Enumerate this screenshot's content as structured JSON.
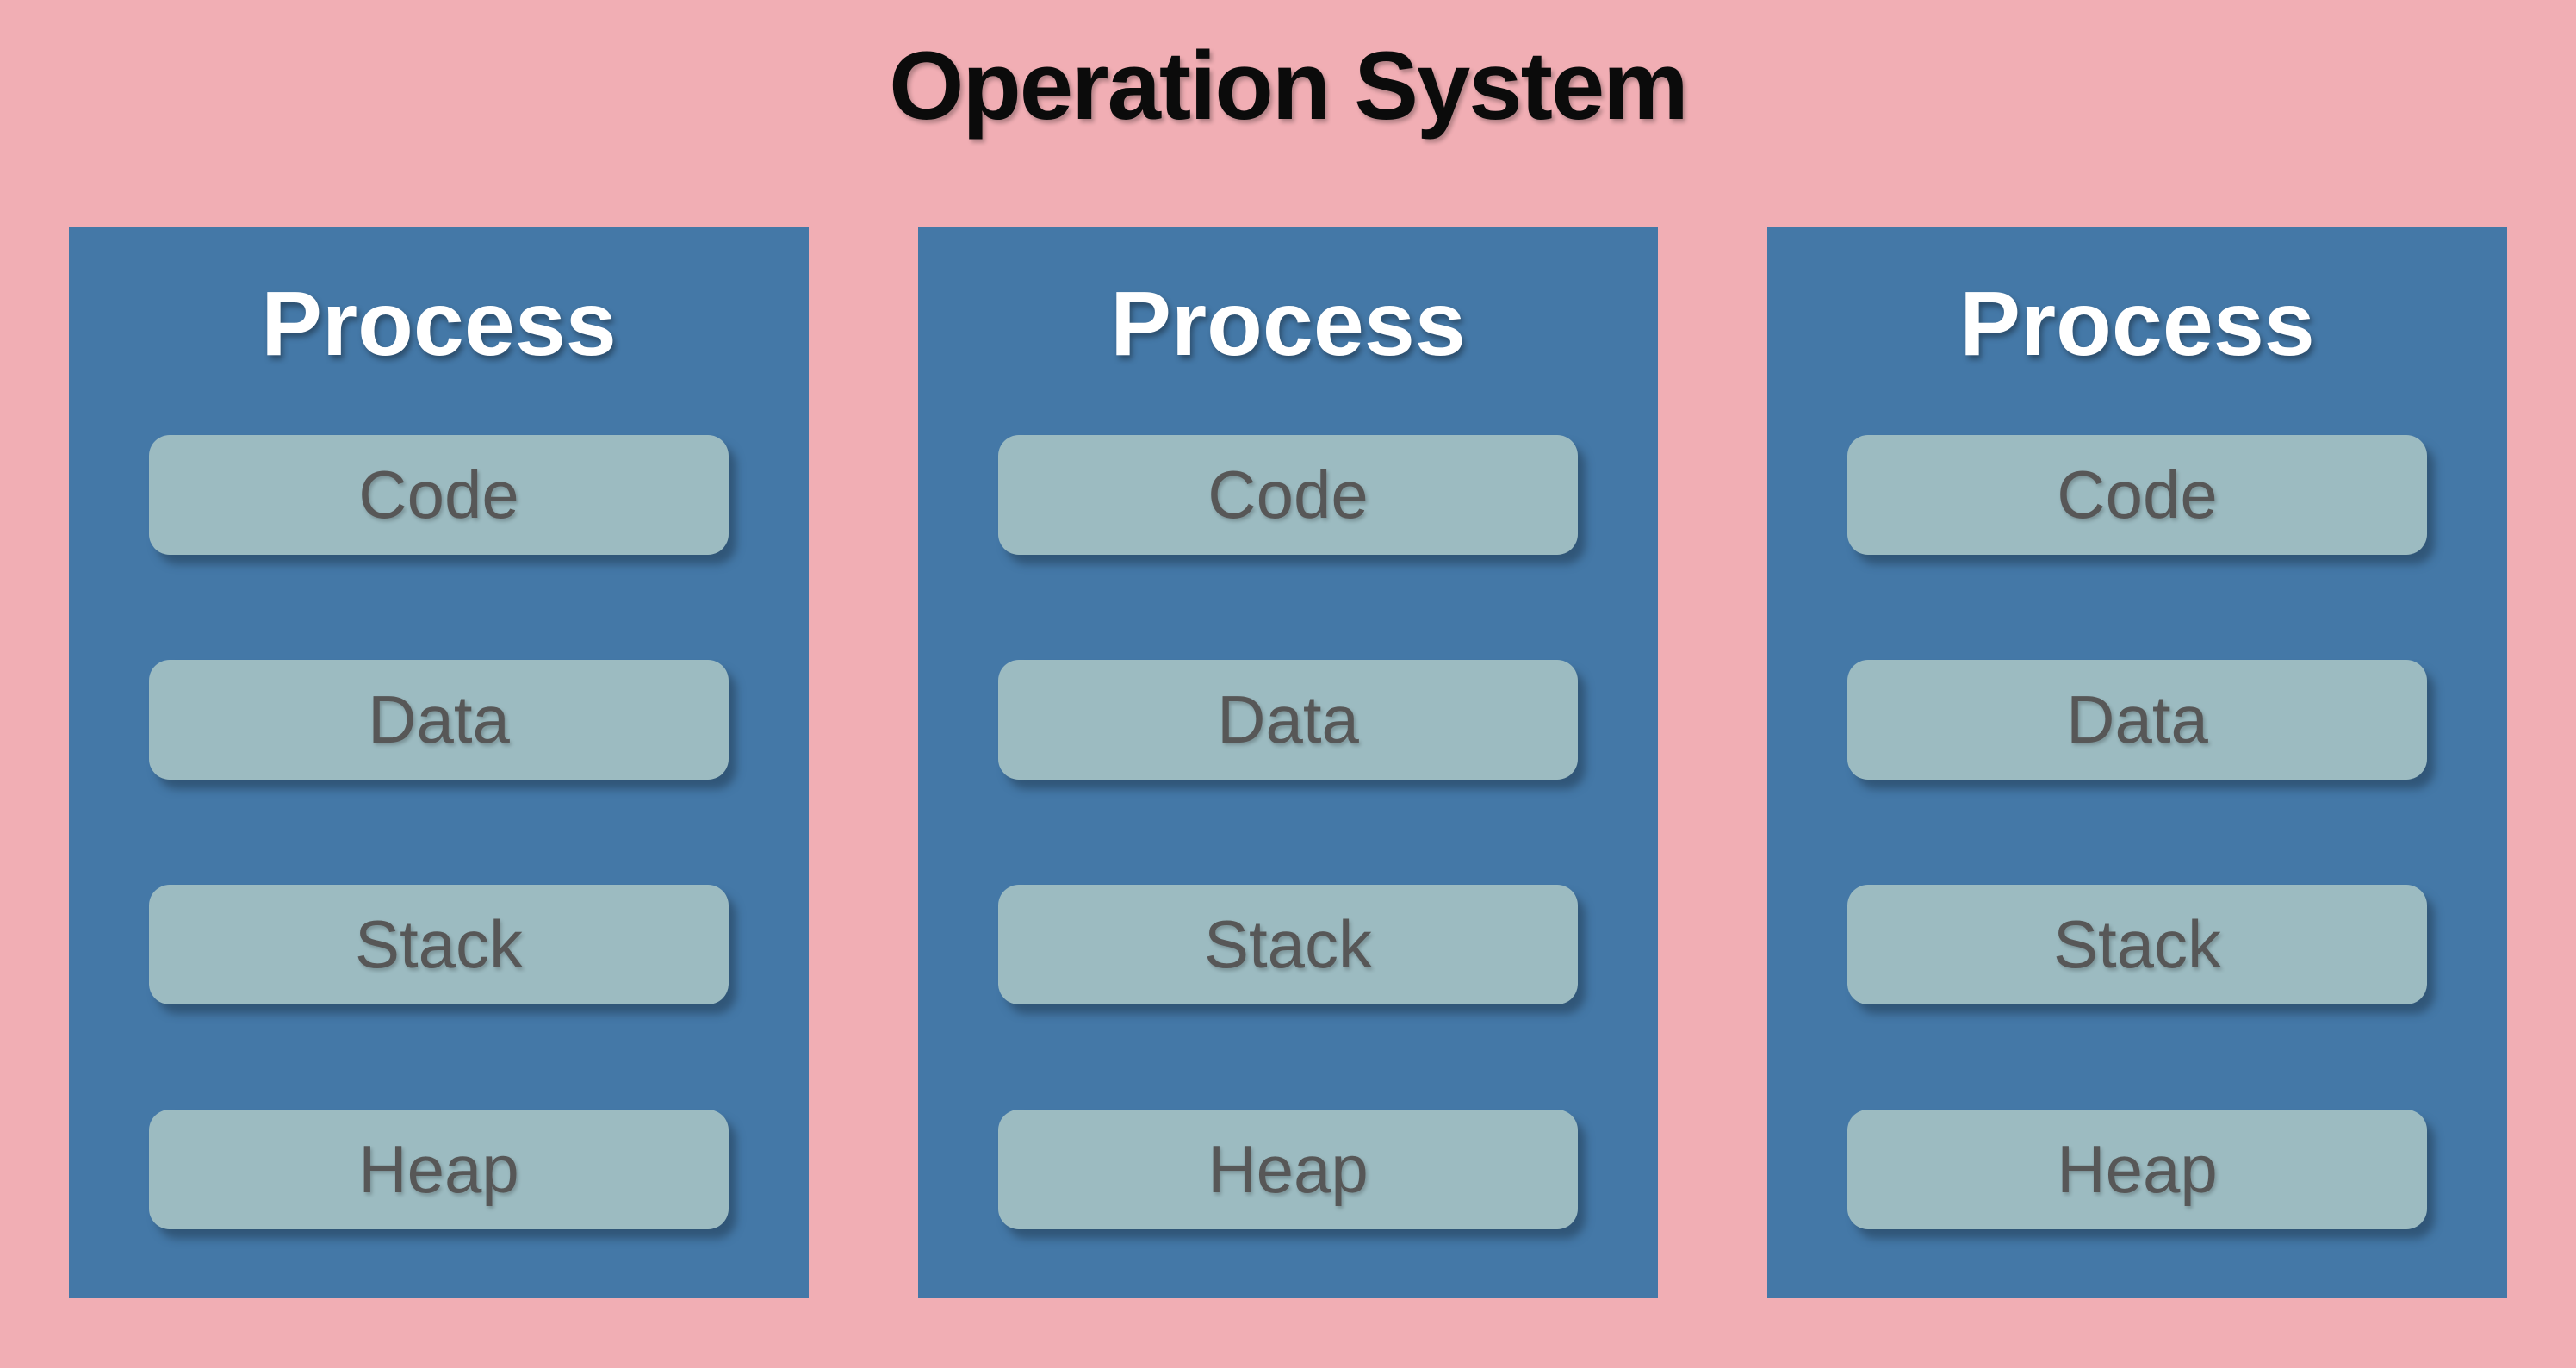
{
  "title": "Operation System",
  "colors": {
    "background": "#F1AEB4",
    "process_box": "#4478A7",
    "segment_box": "#9CBBC1",
    "segment_text": "#575757",
    "process_title": "#FFFFFF",
    "title_text": "#0B0B0B"
  },
  "processes": [
    {
      "label": "Process",
      "segments": [
        "Code",
        "Data",
        "Stack",
        "Heap"
      ]
    },
    {
      "label": "Process",
      "segments": [
        "Code",
        "Data",
        "Stack",
        "Heap"
      ]
    },
    {
      "label": "Process",
      "segments": [
        "Code",
        "Data",
        "Stack",
        "Heap"
      ]
    }
  ]
}
